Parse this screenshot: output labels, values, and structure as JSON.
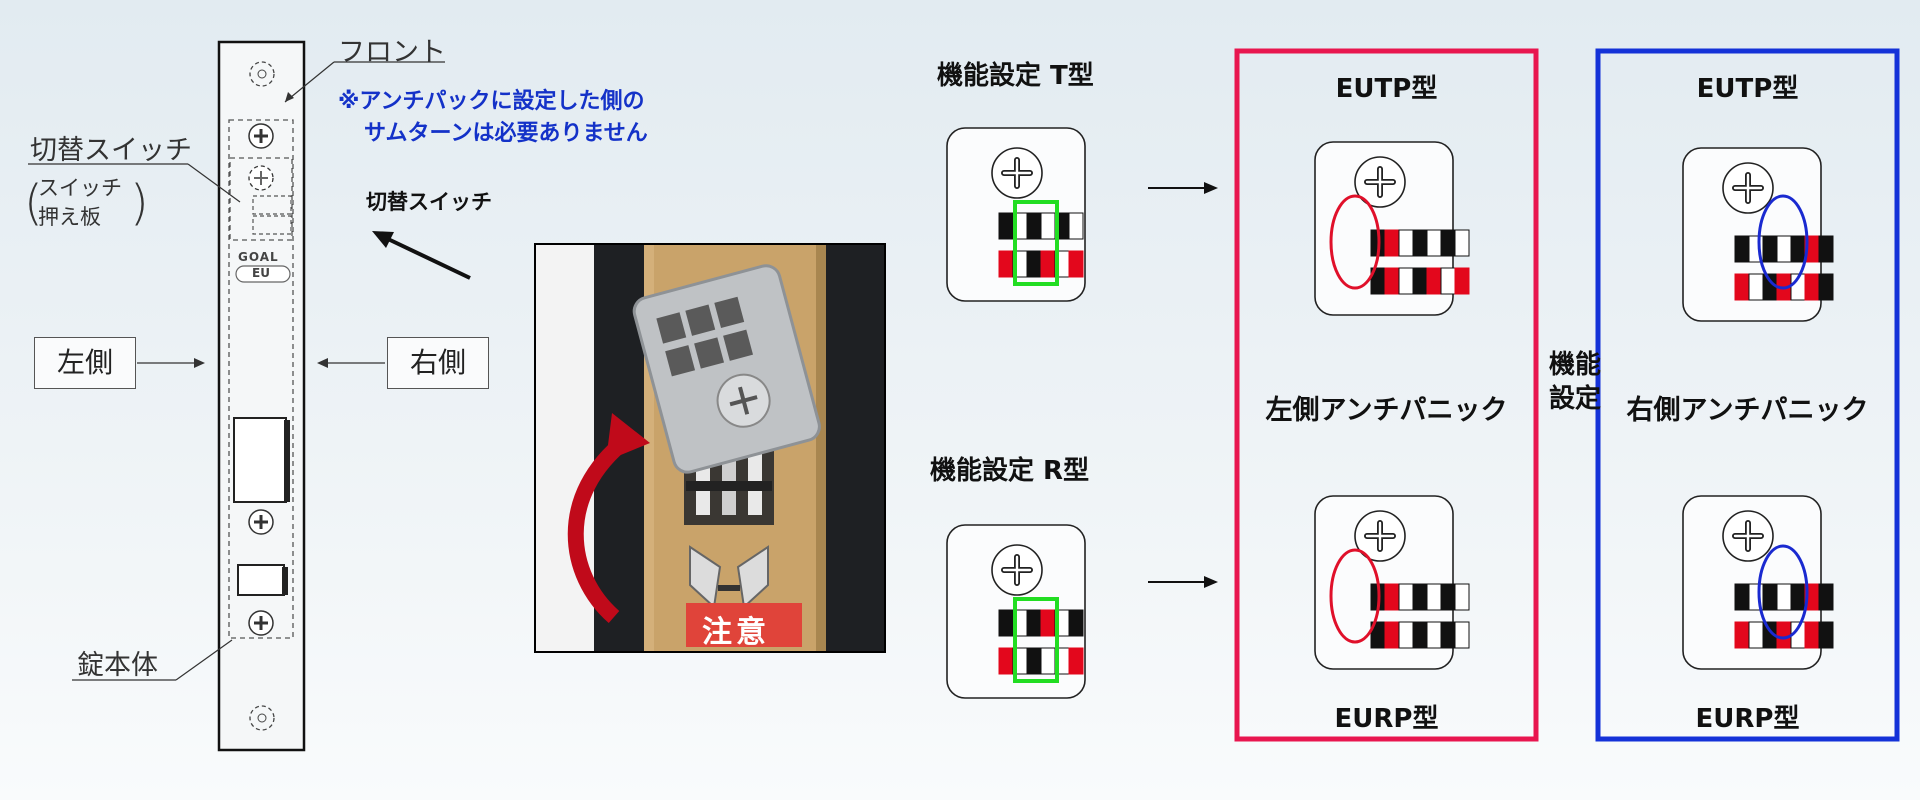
{
  "lock_body": {
    "front_label": "フロント",
    "switch_label": "切替スイッチ",
    "switch_sub_label": "スイッチ\n押え板",
    "body_label": "錠本体",
    "left_side": "左側",
    "right_side": "右側",
    "brand_top": "GOAL",
    "brand_bottom": "EU"
  },
  "note": {
    "line1": "※アンチパックに設定した側の",
    "line2": "サムターンは必要ありません",
    "color": "#1432c8"
  },
  "photo": {
    "switch_label": "切替スイッチ",
    "caution_label": "注意"
  },
  "function_settings": {
    "t_type_label": "機能設定 T型",
    "r_type_label": "機能設定 R型",
    "side_label": "機能\n設定"
  },
  "left_panel": {
    "top_label": "EUTP型",
    "middle_label": "左側アンチパニック",
    "bottom_label": "EURP型",
    "border_color": "#e8164f"
  },
  "right_panel": {
    "top_label": "EUTP型",
    "middle_label": "右側アンチパニック",
    "bottom_label": "EURP型",
    "border_color": "#1432d8"
  },
  "colors": {
    "switch_red": "#e3071c",
    "highlight_green": "#22dd22",
    "ellipse_red": "#e0102a",
    "ellipse_blue": "#1a2ad0"
  }
}
